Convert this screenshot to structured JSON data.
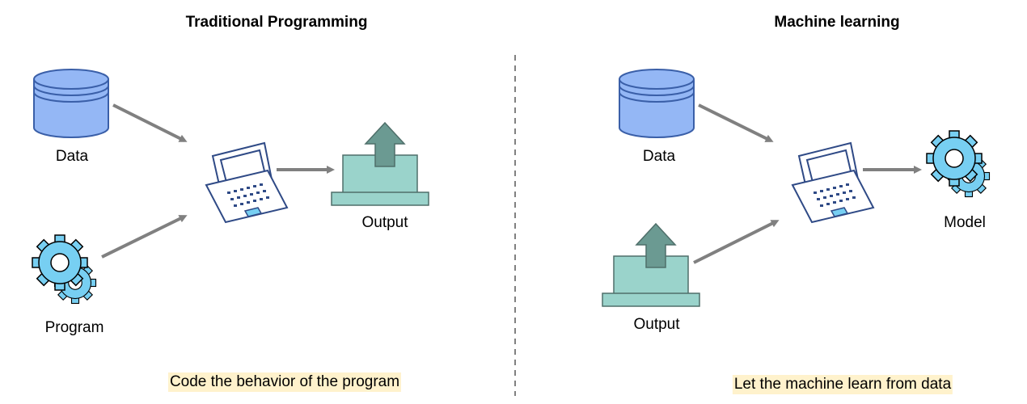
{
  "left_panel": {
    "title": "Traditional Programming",
    "data_label": "Data",
    "program_label": "Program",
    "output_label": "Output",
    "caption": "Code the behavior of the program"
  },
  "right_panel": {
    "title": "Machine learning",
    "data_label": "Data",
    "output_label": "Output",
    "model_label": "Model",
    "caption": "Let the machine learn from data"
  },
  "colors": {
    "database_fill": "#94b7f5",
    "database_stroke": "#3a5fa8",
    "gear_fill": "#77cff2",
    "output_fill": "#9ad3cb",
    "output_arrow": "#6b9a92",
    "laptop_stroke": "#2f4a86",
    "arrow": "#808080",
    "caption_bg": "#fff2cc",
    "divider": "#808080"
  }
}
